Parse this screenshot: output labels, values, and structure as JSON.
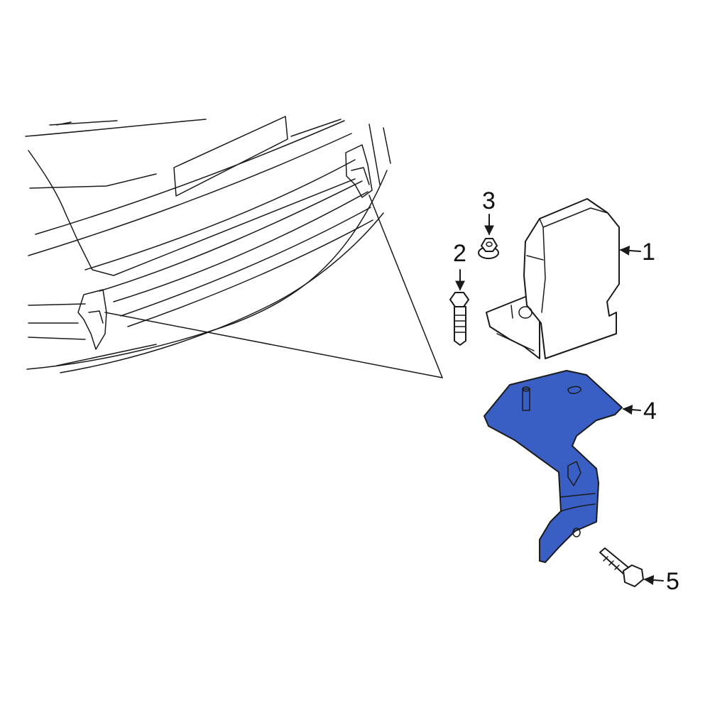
{
  "diagram": {
    "highlight_color": "#3a5fc4",
    "outline_color": "#1a1a1a",
    "background": "#ffffff",
    "callouts": [
      {
        "id": "1",
        "label": "1"
      },
      {
        "id": "2",
        "label": "2"
      },
      {
        "id": "3",
        "label": "3"
      },
      {
        "id": "4",
        "label": "4"
      },
      {
        "id": "5",
        "label": "5"
      }
    ]
  }
}
